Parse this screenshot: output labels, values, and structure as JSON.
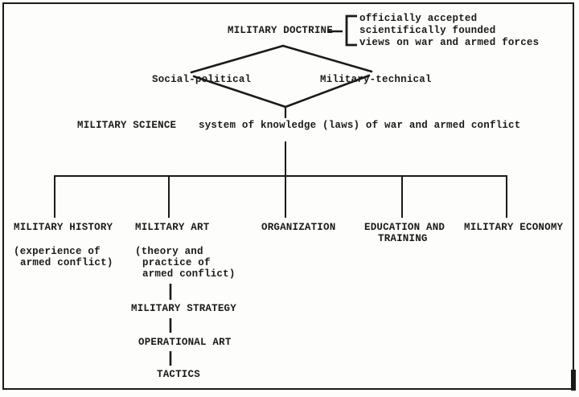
{
  "colors": {
    "ink": "#1a1a1a",
    "paper": "#fdfdfb"
  },
  "doctrine": {
    "label": "MILITARY DOCTRINE",
    "definition_lines": [
      "officially accepted",
      "scientifically founded",
      "views on war and armed forces"
    ]
  },
  "aspects": {
    "left": "Social-political",
    "right": "Military-technical"
  },
  "science": {
    "label": "MILITARY SCIENCE",
    "definition": "system of knowledge (laws) of war and armed conflict"
  },
  "branches": [
    {
      "label": "MILITARY HISTORY",
      "note1": "(experience of",
      "note2": "armed conflict)"
    },
    {
      "label": "MILITARY ART",
      "note1": "(theory and",
      "note2": "practice of",
      "note3": "armed conflict)"
    },
    {
      "label": "ORGANIZATION"
    },
    {
      "label": "EDUCATION AND",
      "label2": "TRAINING"
    },
    {
      "label": "MILITARY ECONOMY"
    }
  ],
  "art_levels": [
    "MILITARY STRATEGY",
    "OPERATIONAL ART",
    "TACTICS"
  ]
}
